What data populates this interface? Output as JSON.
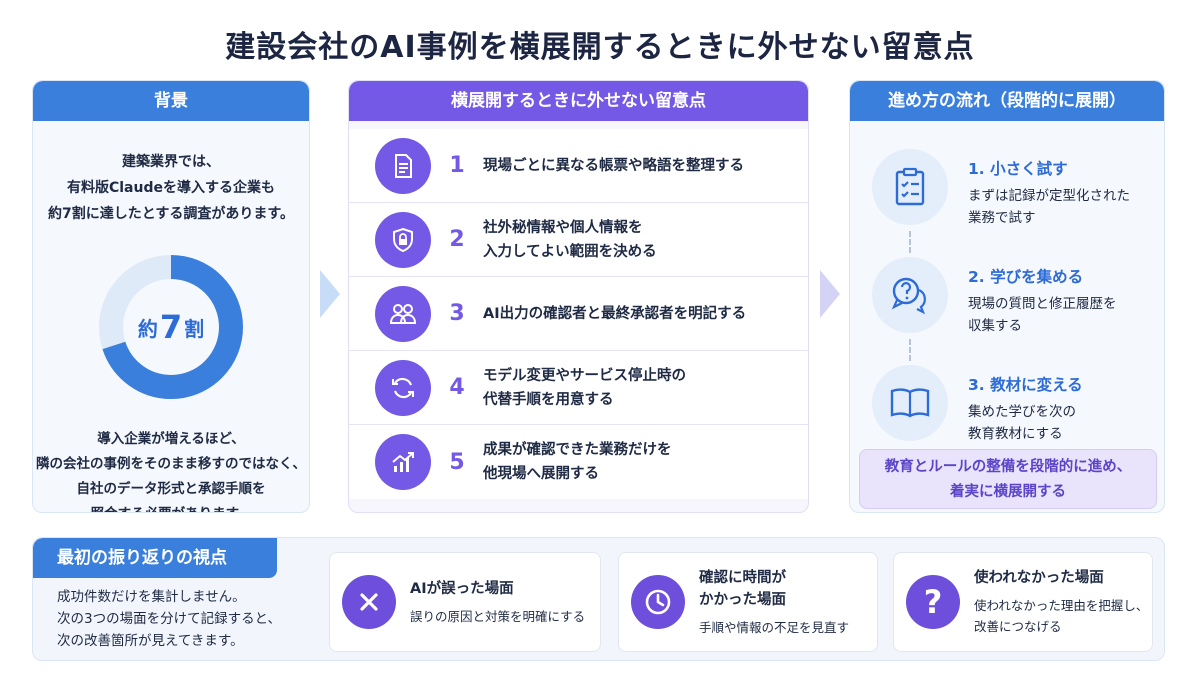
{
  "title": "建設会社のAI事例を横展開するときに外せない留意点",
  "background": {
    "header": "背景",
    "intro": [
      "建築業界では、",
      "有料版Claudeを導入する企業も",
      "約7割に達したとする調査があります。"
    ],
    "donut": {
      "prefix": "約",
      "value": "7",
      "suffix": "割",
      "fraction": 0.7
    },
    "outro": [
      "導入企業が増えるほど、",
      "隣の会社の事例をそのまま移すのではなく、",
      "自社のデータ形式と承認手順を",
      "照合する必要があります。"
    ]
  },
  "points": {
    "header": "横展開するときに外せない留意点",
    "items": [
      {
        "num": "1",
        "icon": "document-icon",
        "lines": [
          "現場ごとに異なる帳票や略語を整理する"
        ]
      },
      {
        "num": "2",
        "icon": "shield-lock-icon",
        "lines": [
          "社外秘情報や個人情報を",
          "入力してよい範囲を決める"
        ]
      },
      {
        "num": "3",
        "icon": "people-icon",
        "lines": [
          "AI出力の確認者と最終承認者を明記する"
        ]
      },
      {
        "num": "4",
        "icon": "refresh-icon",
        "lines": [
          "モデル変更やサービス停止時の",
          "代替手順を用意する"
        ]
      },
      {
        "num": "5",
        "icon": "growth-chart-icon",
        "lines": [
          "成果が確認できた業務だけを",
          "他現場へ展開する"
        ]
      }
    ]
  },
  "flow": {
    "header": "進め方の流れ（段階的に展開）",
    "steps": [
      {
        "title": "1. 小さく試す",
        "icon": "checklist-icon",
        "lines": [
          "まずは記録が定型化された",
          "業務で試す"
        ]
      },
      {
        "title": "2. 学びを集める",
        "icon": "chat-question-icon",
        "lines": [
          "現場の質問と修正履歴を",
          "収集する"
        ]
      },
      {
        "title": "3. 教材に変える",
        "icon": "book-icon",
        "lines": [
          "集めた学びを次の",
          "教育教材にする"
        ]
      }
    ],
    "note": [
      "教育とルールの整備を段階的に進め、",
      "着実に横展開する"
    ]
  },
  "review": {
    "title": "最初の振り返りの視点",
    "desc": [
      "成功件数だけを集計しません。",
      "次の3つの場面を分けて記録すると、",
      "次の改善箇所が見えてきます。"
    ],
    "cases": [
      {
        "icon": "x-icon",
        "title": [
          "AIが誤った場面"
        ],
        "desc": "誤りの原因と対策を明確にする"
      },
      {
        "icon": "clock-icon",
        "title": [
          "確認に時間が",
          "かかった場面"
        ],
        "desc": "手順や情報の不足を見直す"
      },
      {
        "icon": "question-icon",
        "title": [
          "使われなかった場面"
        ],
        "desc": "使われなかった理由を把握し、改善につなげる"
      }
    ]
  },
  "colors": {
    "blue": "#3a7fdc",
    "purple": "#7459e6",
    "donut_track": "#dfeaf8"
  }
}
